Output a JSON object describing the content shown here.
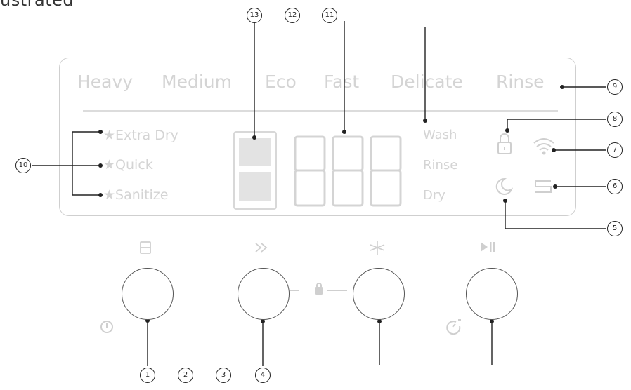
{
  "caption_fragment": "ustrated",
  "programs": [
    "Heavy",
    "Medium",
    "Eco",
    "Fast",
    "Delicate",
    "Rinse"
  ],
  "options": [
    "Extra Dry",
    "Quick",
    "Sanitize"
  ],
  "option_star": "★",
  "stages": [
    "Wash",
    "Rinse",
    "Dry"
  ],
  "digits": "888",
  "callouts": {
    "c1": "1",
    "c2": "2",
    "c3": "3",
    "c4": "4",
    "c5": "5",
    "c6": "6",
    "c7": "7",
    "c8": "8",
    "c9": "9",
    "c10": "10",
    "c11": "11",
    "c12": "12",
    "c13": "13"
  },
  "icons": {
    "program_button": "program-icon",
    "options_button": "double-chevron-icon",
    "favorite_button": "star-icon",
    "start_button": "play-pause-icon",
    "power": "power-icon",
    "delay": "timer-icon",
    "lock": "lock-icon",
    "wifi": "wifi-icon",
    "night": "moon-icon",
    "rinse_aid": "rinse-aid-icon"
  },
  "colors": {
    "lit_off": "#d4d4d4",
    "outline": "#cfcfcf",
    "leader": "#222222"
  }
}
